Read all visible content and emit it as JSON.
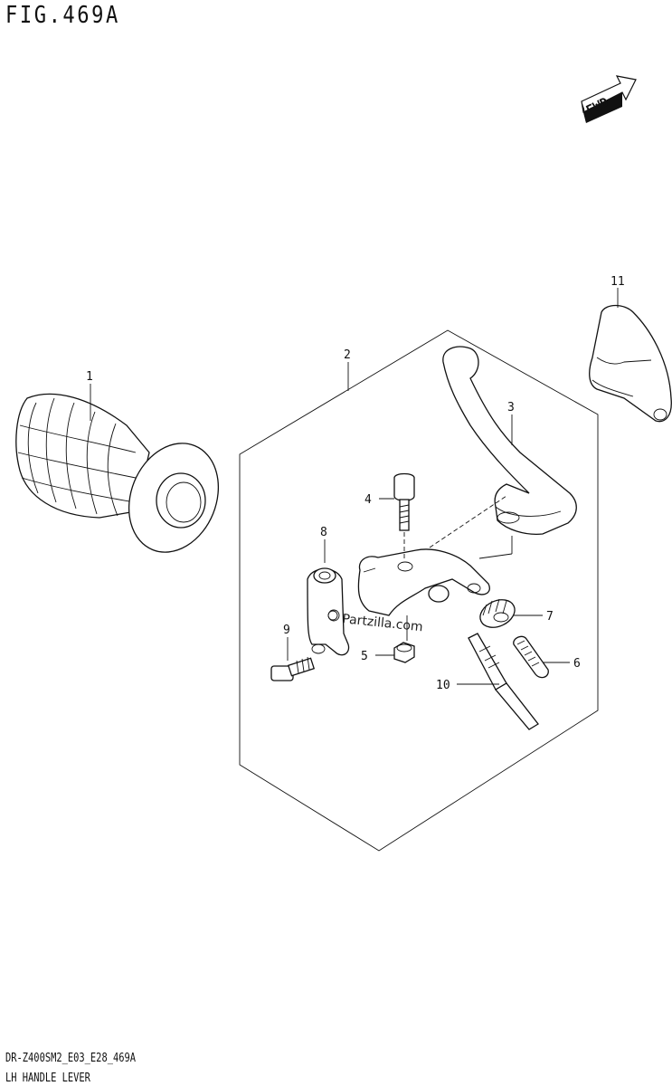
{
  "figure": {
    "title": "FIG.469A",
    "code": "DR-Z400SM2_E03_E28_469A",
    "name": "LH HANDLE LEVER",
    "fwd_badge": "FWD",
    "watermark": "Partzilla.com"
  },
  "callouts": [
    {
      "num": "1"
    },
    {
      "num": "2"
    },
    {
      "num": "3"
    },
    {
      "num": "4"
    },
    {
      "num": "5"
    },
    {
      "num": "6"
    },
    {
      "num": "7"
    },
    {
      "num": "8"
    },
    {
      "num": "9"
    },
    {
      "num": "10"
    },
    {
      "num": "11"
    }
  ]
}
